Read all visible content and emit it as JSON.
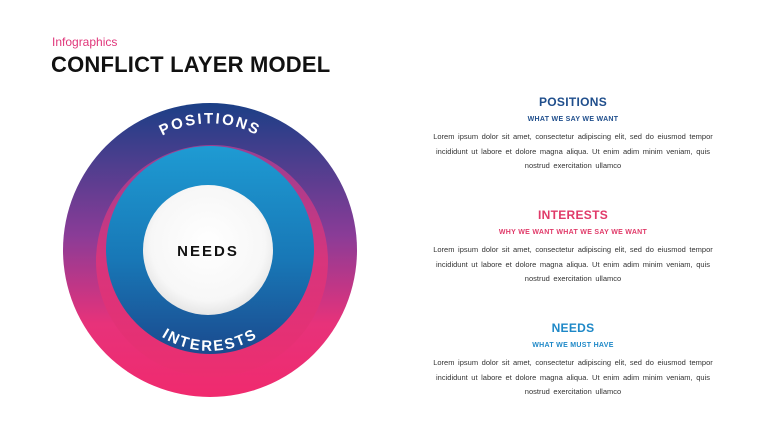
{
  "header": {
    "eyebrow": "Infographics",
    "title": "CONFLICT LAYER MODEL"
  },
  "diagram": {
    "outer_label": "POSITIONS",
    "inner_label": "INTERESTS",
    "center_label": "NEEDS"
  },
  "panels": [
    {
      "title": "POSITIONS",
      "subtitle": "WHAT WE SAY WE WANT",
      "body": "Lorem ipsum dolor sit amet, consectetur adipiscing elit, sed do eiusmod tempor incididunt ut labore et dolore magna aliqua. Ut enim adim minim veniam, quis nostrud exercitation ullamco"
    },
    {
      "title": "INTERESTS",
      "subtitle": "WHY WE WANT WHAT WE SAY WE WANT",
      "body": "Lorem ipsum dolor sit amet, consectetur adipiscing elit, sed do eiusmod tempor incididunt ut labore et dolore magna aliqua. Ut enim adim minim veniam, quis nostrud exercitation ullamco"
    },
    {
      "title": "NEEDS",
      "subtitle": "WHAT WE MUST HAVE",
      "body": "Lorem ipsum dolor sit amet, consectetur adipiscing elit, sed do eiusmod tempor incididunt ut labore et dolore magna aliqua. Ut enim adim minim veniam, quis nostrud exercitation ullamco"
    }
  ],
  "colors": {
    "accent_pink": "#e0367a",
    "positions": "#1f4e8c",
    "interests": "#e03a69",
    "needs": "#1e88c7"
  }
}
